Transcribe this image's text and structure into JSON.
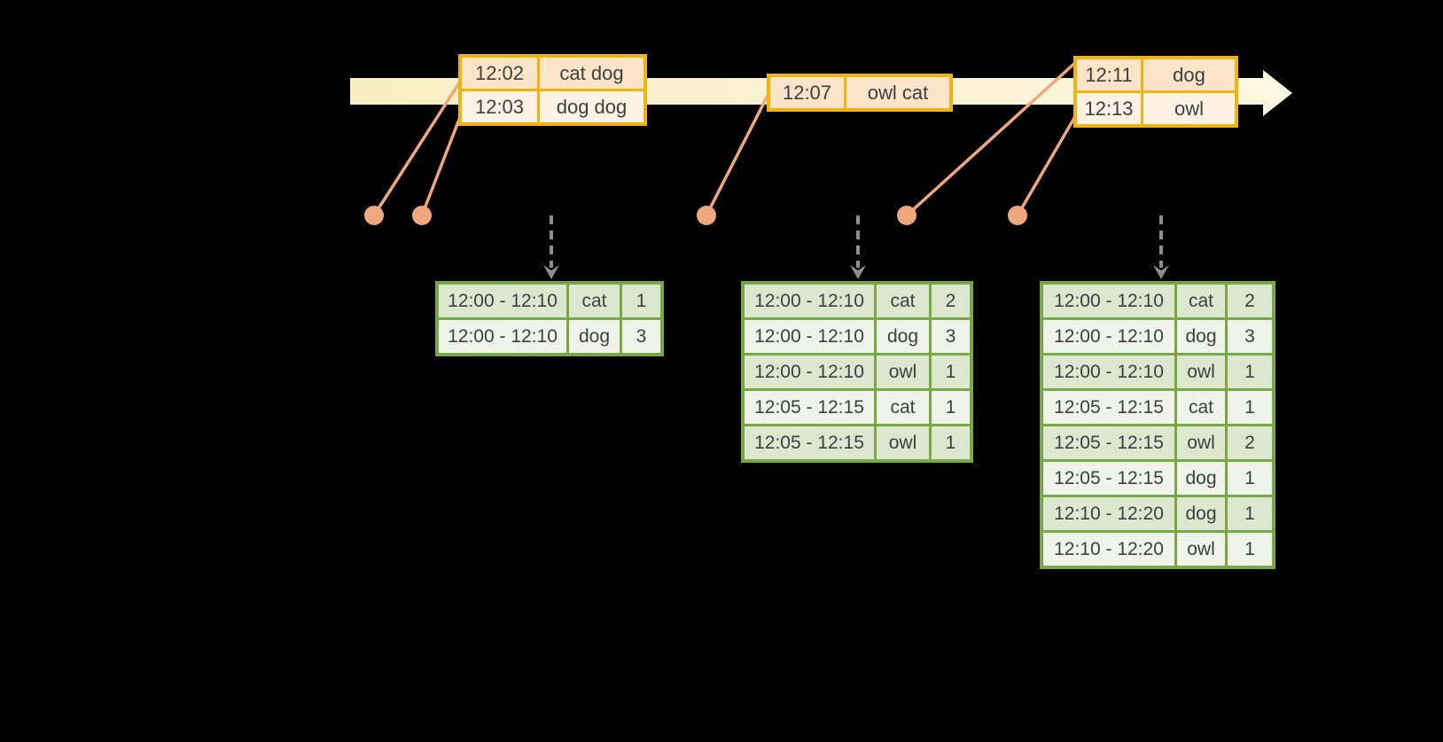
{
  "diagram": {
    "title": "streaming-windowed-word-count-diagram",
    "colors": {
      "background": "#000000",
      "timeline_fill_start": "#F9EDC4",
      "timeline_fill_end": "#FCF6E0",
      "event_table_border": "#F1B30D",
      "event_row_dark": "#FBE4C8",
      "event_row_light": "#FDF2E3",
      "connector_and_dots": "#EFA87E",
      "dashed_arrow": "#8E8E8E",
      "result_table_border": "#78A843",
      "result_row_dark": "#DCE7D0",
      "result_row_light": "#EFF3EA",
      "text": "#3E3E3E"
    },
    "icons": {
      "timeline_arrow": "right-arrow",
      "event_dot": "circle-marker",
      "trigger_arrow": "dashed-down-arrow"
    },
    "event_tables": [
      {
        "rows": [
          {
            "time": "12:02",
            "words": "cat dog"
          },
          {
            "time": "12:03",
            "words": "dog dog"
          }
        ]
      },
      {
        "rows": [
          {
            "time": "12:07",
            "words": "owl cat"
          }
        ]
      },
      {
        "rows": [
          {
            "time": "12:11",
            "words": "dog"
          },
          {
            "time": "12:13",
            "words": "owl"
          }
        ]
      }
    ],
    "result_tables": [
      {
        "rows": [
          {
            "window": "12:00 - 12:10",
            "word": "cat",
            "count": "1"
          },
          {
            "window": "12:00 - 12:10",
            "word": "dog",
            "count": "3"
          }
        ]
      },
      {
        "rows": [
          {
            "window": "12:00 - 12:10",
            "word": "cat",
            "count": "2"
          },
          {
            "window": "12:00 - 12:10",
            "word": "dog",
            "count": "3"
          },
          {
            "window": "12:00 - 12:10",
            "word": "owl",
            "count": "1"
          },
          {
            "window": "12:05 - 12:15",
            "word": "cat",
            "count": "1"
          },
          {
            "window": "12:05 - 12:15",
            "word": "owl",
            "count": "1"
          }
        ]
      },
      {
        "rows": [
          {
            "window": "12:00 - 12:10",
            "word": "cat",
            "count": "2"
          },
          {
            "window": "12:00 - 12:10",
            "word": "dog",
            "count": "3"
          },
          {
            "window": "12:00 - 12:10",
            "word": "owl",
            "count": "1"
          },
          {
            "window": "12:05 - 12:15",
            "word": "cat",
            "count": "1"
          },
          {
            "window": "12:05 - 12:15",
            "word": "owl",
            "count": "2"
          },
          {
            "window": "12:05 - 12:15",
            "word": "dog",
            "count": "1"
          },
          {
            "window": "12:10 - 12:20",
            "word": "dog",
            "count": "1"
          },
          {
            "window": "12:10 - 12:20",
            "word": "owl",
            "count": "1"
          }
        ]
      }
    ]
  }
}
